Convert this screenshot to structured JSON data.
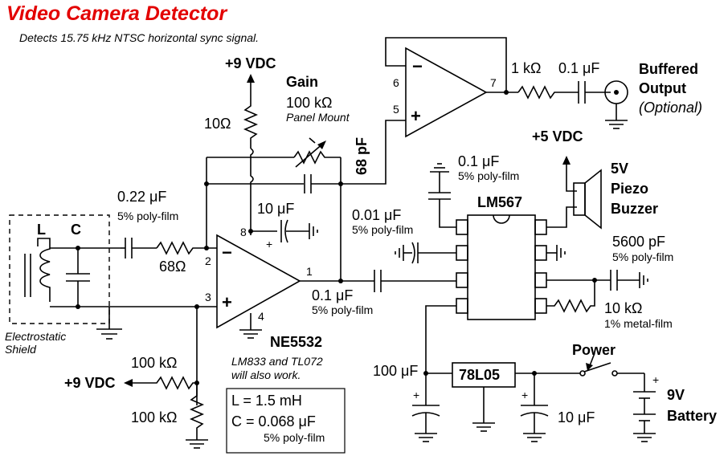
{
  "title": "Video Camera Detector",
  "subtitle": "Detects 15.75 kHz NTSC horizontal sync signal.",
  "power_labels": {
    "vdc9_top": "+9 VDC",
    "vdc9_left": "+9 VDC",
    "vdc5": "+5 VDC"
  },
  "gain": {
    "label": "Gain",
    "value": "100 kΩ",
    "note": "Panel Mount"
  },
  "components": {
    "r_10ohm": "10Ω",
    "cap_68pf": "68 pF",
    "cap_022": "0.22 μF",
    "cap_022_type": "5% poly-film",
    "r_68ohm": "68Ω",
    "cap_10uf_bypass": "10 μF",
    "cap_01_out": "0.1 μF",
    "cap_01_out_type": "5% poly-film",
    "r_1k": "1 kΩ",
    "cap_01_buf": "0.1 μF",
    "cap_01_567": "0.1 μF",
    "cap_01_567_type": "5% poly-film",
    "cap_001": "0.01 μF",
    "cap_001_type": "5% poly-film",
    "cap_5600": "5600 pF",
    "cap_5600_type": "5% poly-film",
    "r_10k": "10 kΩ",
    "r_10k_type": "1% metal-film",
    "r_100k_a": "100 kΩ",
    "r_100k_b": "100 kΩ",
    "cap_100uf": "100 μF",
    "cap_10uf_reg": "10 μF"
  },
  "ics": {
    "opamp_main": "NE5532",
    "alt_note_1": "LM833 and TL072",
    "alt_note_2": "will also work.",
    "pll": "LM567",
    "regulator": "78L05"
  },
  "pins": {
    "p8": "8",
    "p2": "2",
    "p3": "3",
    "p1": "1",
    "p4": "4",
    "p6": "6",
    "p5": "5",
    "p7": "7"
  },
  "signs": {
    "minus": "−",
    "plus": "+"
  },
  "coil": {
    "l": "L",
    "c": "C",
    "shield_1": "Electrostatic",
    "shield_2": "Shield",
    "spec_l": "L = 1.5 mH",
    "spec_c": "C = 0.068 μF",
    "spec_c_type": "5% poly-film"
  },
  "output": {
    "line1": "Buffered",
    "line2": "Output",
    "line3": "(Optional)"
  },
  "buzzer": {
    "line1": "5V",
    "line2": "Piezo",
    "line3": "Buzzer"
  },
  "power_switch": "Power",
  "battery": {
    "voltage": "9V",
    "label": "Battery"
  }
}
